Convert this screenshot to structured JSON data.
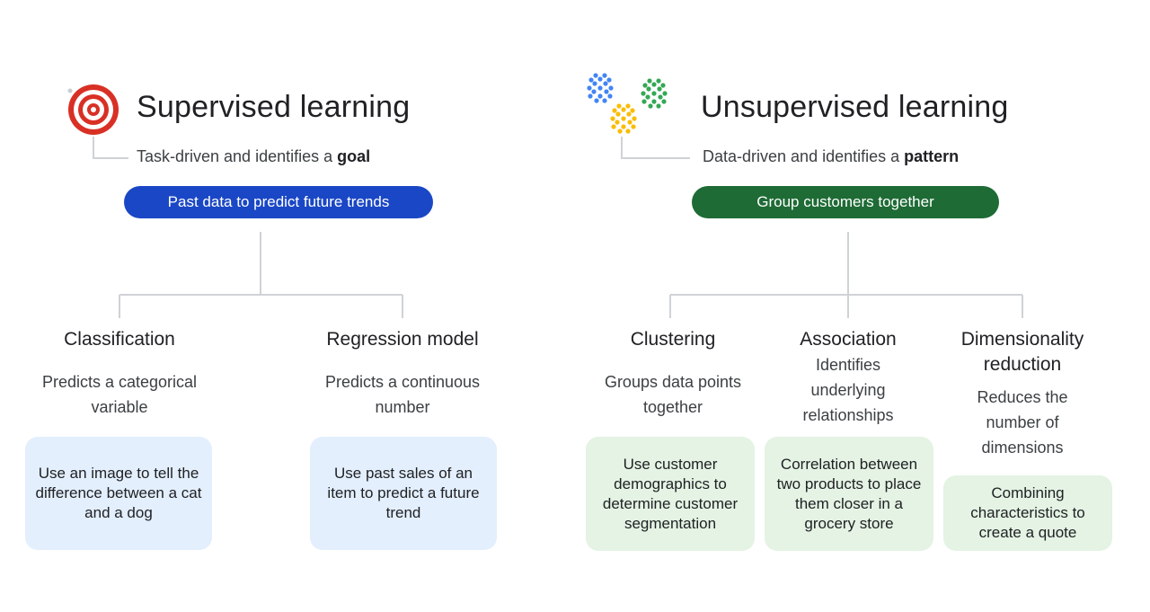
{
  "colors": {
    "supervised_pill": "#1a47c5",
    "unsupervised_pill": "#1e6b35",
    "supervised_card": "#e3effd",
    "unsupervised_card": "#e4f3e4",
    "target_red": "#d93025",
    "dot_blue": "#4285f4",
    "dot_green": "#34a853",
    "dot_yellow": "#fbbc04"
  },
  "supervised": {
    "icon": "target-icon",
    "title": "Supervised learning",
    "subtitle_prefix": "Task-driven and identifies a ",
    "subtitle_bold": "goal",
    "pill": "Past data to predict future trends",
    "branches": [
      {
        "heading": "Classification",
        "description": "Predicts a categorical variable",
        "example": "Use an image to tell the difference between a cat and a dog"
      },
      {
        "heading": "Regression model",
        "description": "Predicts a continuous number",
        "example": "Use past sales of an item to predict a future trend"
      }
    ]
  },
  "unsupervised": {
    "icon": "clusters-icon",
    "title": "Unsupervised learning",
    "subtitle_prefix": "Data-driven and identifies a ",
    "subtitle_bold": "pattern",
    "pill": "Group customers together",
    "branches": [
      {
        "heading": "Clustering",
        "description": "Groups data points together",
        "example": "Use customer demographics to determine customer segmentation"
      },
      {
        "heading": "Association",
        "description": "Identifies underlying relationships",
        "example": "Correlation between two products to place them closer in a grocery store"
      },
      {
        "heading": "Dimensionality reduction",
        "description": "Reduces the number of dimensions",
        "example": "Combining characteristics to create a quote"
      }
    ]
  }
}
